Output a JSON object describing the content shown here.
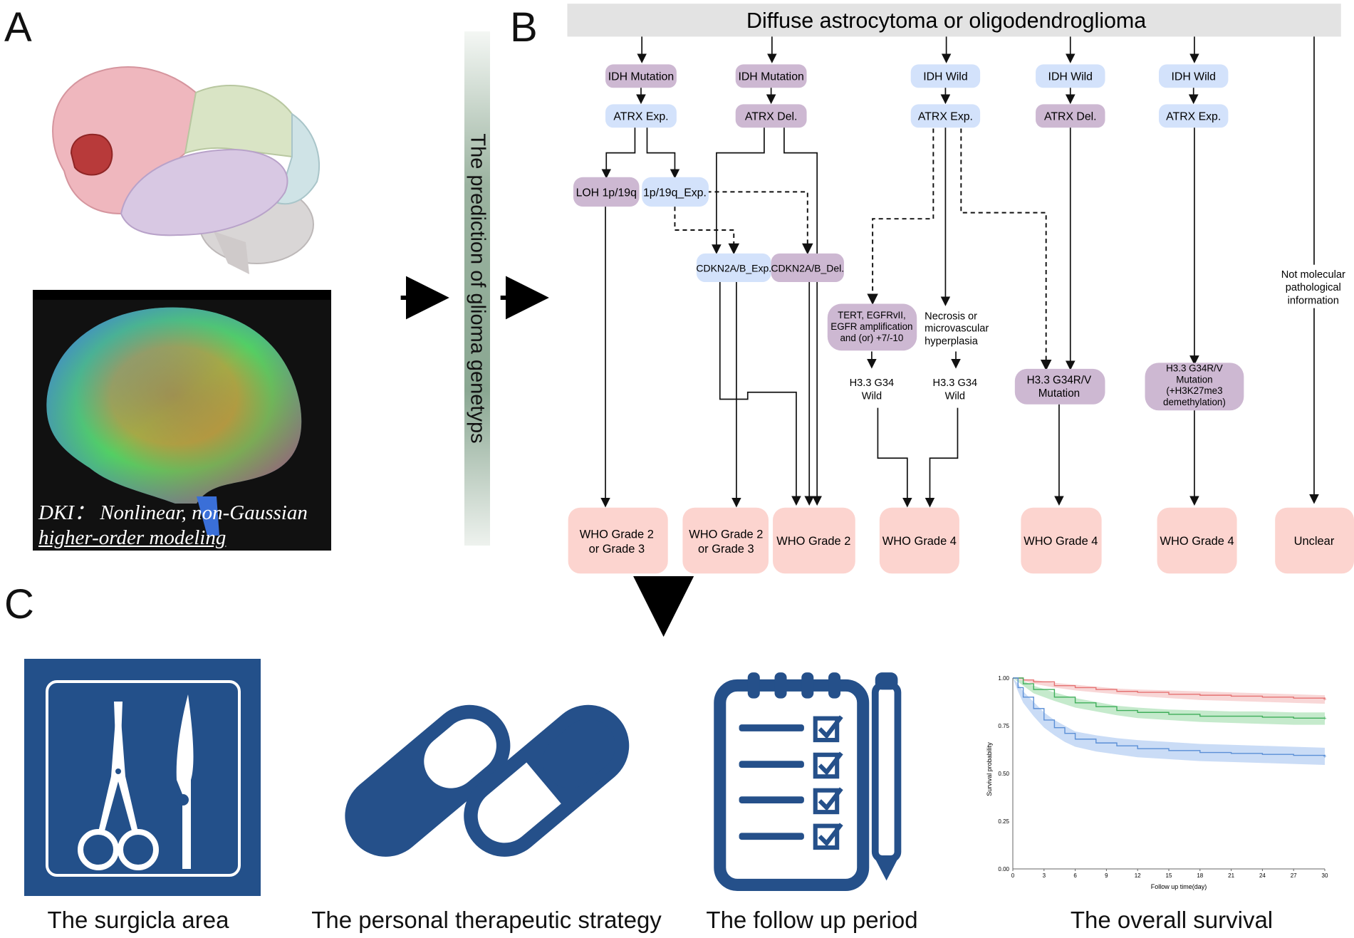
{
  "panels": {
    "a": "A",
    "b": "B",
    "c": "C"
  },
  "panel_a": {
    "dki_caption_line1": "DKI： Nonlinear, non-Gaussian",
    "dki_caption_line2": "higher-order modeling"
  },
  "prediction_bar": {
    "label": "The prediction of glioma genetyps"
  },
  "flowchart": {
    "root": "Diffuse astrocytoma or oligodendroglioma",
    "row1": [
      "IDH Mutation",
      "IDH Mutation",
      "IDH Wild",
      "IDH Wild",
      "IDH Wild"
    ],
    "row2": [
      "ATRX Exp.",
      "ATRX Del.",
      "ATRX Exp.",
      "ATRX Del.",
      "ATRX Exp."
    ],
    "loh": "LOH 1p/19q",
    "exp1p19q": "1p/19q_Exp.",
    "cdkn_exp": "CDKN2A/B_Exp.",
    "cdkn_del": "CDKN2A/B_Del.",
    "tert": [
      "TERT, EGFRvII,",
      "EGFR amplification",
      "and (or) +7/-10"
    ],
    "necrosis": [
      "Necrosis or",
      "microvascular",
      "hyperplasia"
    ],
    "h33_wild_1": [
      "H3.3 G34",
      "Wild"
    ],
    "h33_wild_2": [
      "H3.3 G34",
      "Wild"
    ],
    "h33_mut_1": [
      "H3.3 G34R/V",
      "Mutation"
    ],
    "h33_mut_2": [
      "H3.3 G34R/V",
      "Mutation",
      "(+H3K27me3",
      "demethylation)"
    ],
    "not_molecular": [
      "Not molecular",
      "pathological",
      "information"
    ],
    "outcomes": {
      "o1": [
        "WHO Grade 2",
        "or Grade 3"
      ],
      "o2": [
        "WHO Grade 2",
        "or Grade 3"
      ],
      "o3": [
        "WHO Grade 2"
      ],
      "o4": [
        "WHO Grade 4"
      ],
      "o5": [
        "WHO Grade 4"
      ],
      "o6": [
        "WHO Grade 4"
      ],
      "o7": [
        "Unclear"
      ]
    }
  },
  "panel_c": {
    "captions": [
      "The surgicla area",
      "The personal therapeutic strategy",
      "The follow up period",
      "The overall survival"
    ]
  },
  "chart_data": {
    "type": "line",
    "xlabel": "Follow up time(day)",
    "ylabel": "Survival probability",
    "x_ticks": [
      0,
      3,
      6,
      9,
      12,
      15,
      18,
      21,
      24,
      27,
      30
    ],
    "y_ticks": [
      "0.00",
      "0.25",
      "0.50",
      "0.75",
      "1.00"
    ],
    "xlim": [
      0,
      30
    ],
    "ylim": [
      0,
      1
    ],
    "grid": false,
    "series": [
      {
        "color": "#e57373",
        "band": "#f7d3d3",
        "x": [
          0,
          1,
          2,
          4,
          6,
          8,
          10,
          12,
          15,
          18,
          21,
          24,
          27,
          30
        ],
        "y": [
          1.0,
          0.99,
          0.98,
          0.96,
          0.95,
          0.94,
          0.93,
          0.925,
          0.915,
          0.91,
          0.905,
          0.9,
          0.895,
          0.89
        ],
        "lo": [
          1.0,
          0.985,
          0.97,
          0.95,
          0.935,
          0.925,
          0.915,
          0.905,
          0.895,
          0.885,
          0.88,
          0.875,
          0.87,
          0.865
        ],
        "hi": [
          1.0,
          0.995,
          0.99,
          0.975,
          0.965,
          0.955,
          0.945,
          0.94,
          0.935,
          0.93,
          0.925,
          0.92,
          0.915,
          0.91
        ]
      },
      {
        "color": "#3fae5a",
        "band": "#bfe8c6",
        "x": [
          0,
          1,
          2,
          4,
          6,
          8,
          10,
          12,
          15,
          18,
          21,
          24,
          27,
          30
        ],
        "y": [
          1.0,
          0.97,
          0.94,
          0.9,
          0.87,
          0.85,
          0.83,
          0.82,
          0.81,
          0.8,
          0.8,
          0.795,
          0.79,
          0.79
        ],
        "lo": [
          1.0,
          0.96,
          0.92,
          0.88,
          0.845,
          0.825,
          0.805,
          0.79,
          0.78,
          0.77,
          0.765,
          0.76,
          0.755,
          0.755
        ],
        "hi": [
          1.0,
          0.985,
          0.96,
          0.925,
          0.895,
          0.875,
          0.855,
          0.845,
          0.835,
          0.83,
          0.825,
          0.825,
          0.82,
          0.82
        ]
      },
      {
        "color": "#5b8fd6",
        "band": "#c4d8f5",
        "x": [
          0,
          0.5,
          1,
          2,
          3,
          4,
          5,
          6,
          8,
          10,
          12,
          15,
          18,
          21,
          24,
          27,
          30
        ],
        "y": [
          1.0,
          0.95,
          0.9,
          0.84,
          0.78,
          0.74,
          0.71,
          0.68,
          0.66,
          0.645,
          0.63,
          0.62,
          0.61,
          0.605,
          0.6,
          0.595,
          0.59
        ],
        "lo": [
          1.0,
          0.93,
          0.87,
          0.8,
          0.74,
          0.7,
          0.665,
          0.64,
          0.615,
          0.6,
          0.585,
          0.575,
          0.565,
          0.56,
          0.555,
          0.55,
          0.545
        ],
        "hi": [
          1.0,
          0.97,
          0.93,
          0.875,
          0.82,
          0.78,
          0.75,
          0.72,
          0.7,
          0.685,
          0.675,
          0.665,
          0.655,
          0.65,
          0.645,
          0.64,
          0.635
        ]
      }
    ]
  }
}
